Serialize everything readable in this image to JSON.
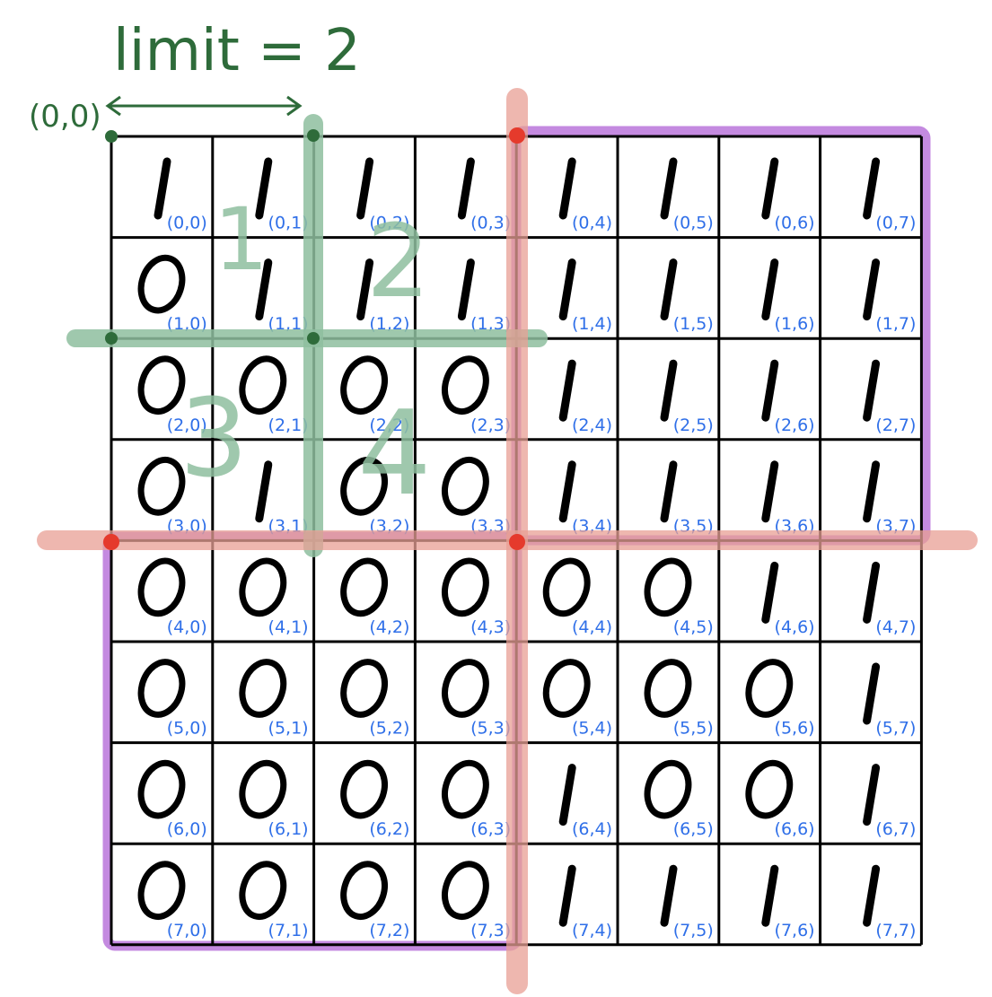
{
  "header": {
    "limit_label": "limit = 2",
    "origin_label": "(0,0)"
  },
  "quadrant_numbers": [
    "1",
    "2",
    "3",
    "4"
  ],
  "grid": {
    "rows": 8,
    "cols": 8,
    "values": [
      [
        "1",
        "1",
        "1",
        "1",
        "1",
        "1",
        "1",
        "1"
      ],
      [
        "0",
        "1",
        "1",
        "1",
        "1",
        "1",
        "1",
        "1"
      ],
      [
        "0",
        "0",
        "0",
        "0",
        "1",
        "1",
        "1",
        "1"
      ],
      [
        "0",
        "1",
        "0",
        "0",
        "1",
        "1",
        "1",
        "1"
      ],
      [
        "0",
        "0",
        "0",
        "0",
        "0",
        "0",
        "1",
        "1"
      ],
      [
        "0",
        "0",
        "0",
        "0",
        "0",
        "0",
        "0",
        "1"
      ],
      [
        "0",
        "0",
        "0",
        "0",
        "1",
        "0",
        "0",
        "1"
      ],
      [
        "0",
        "0",
        "0",
        "0",
        "1",
        "1",
        "1",
        "1"
      ]
    ],
    "labels": [
      [
        "(0,0)",
        "(0,1)",
        "(0,2)",
        "(0,3)",
        "(0,4)",
        "(0,5)",
        "(0,6)",
        "(0,7)"
      ],
      [
        "(1,0)",
        "(1,1)",
        "(1,2)",
        "(1,3)",
        "(1,4)",
        "(1,5)",
        "(1,6)",
        "(1,7)"
      ],
      [
        "(2,0)",
        "(2,1)",
        "(2,2)",
        "(2,3)",
        "(2,4)",
        "(2,5)",
        "(2,6)",
        "(2,7)"
      ],
      [
        "(3,0)",
        "(3,1)",
        "(3,2)",
        "(3,3)",
        "(3,4)",
        "(3,5)",
        "(3,6)",
        "(3,7)"
      ],
      [
        "(4,0)",
        "(4,1)",
        "(4,2)",
        "(4,3)",
        "(4,4)",
        "(4,5)",
        "(4,6)",
        "(4,7)"
      ],
      [
        "(5,0)",
        "(5,1)",
        "(5,2)",
        "(5,3)",
        "(5,4)",
        "(5,5)",
        "(5,6)",
        "(5,7)"
      ],
      [
        "(6,0)",
        "(6,1)",
        "(6,2)",
        "(6,3)",
        "(6,4)",
        "(6,5)",
        "(6,6)",
        "(6,7)"
      ],
      [
        "(7,0)",
        "(7,1)",
        "(7,2)",
        "(7,3)",
        "(7,4)",
        "(7,5)",
        "(7,6)",
        "(7,7)"
      ]
    ]
  },
  "colors": {
    "grid_line": "#000000",
    "coord_label": "#2f6fe8",
    "annotation_green": "#2e6b3a",
    "green_split": "#8fbf9f",
    "red_split": "#e9a095",
    "red_dot": "#e53a2c",
    "purple_box": "#c48ae0"
  }
}
